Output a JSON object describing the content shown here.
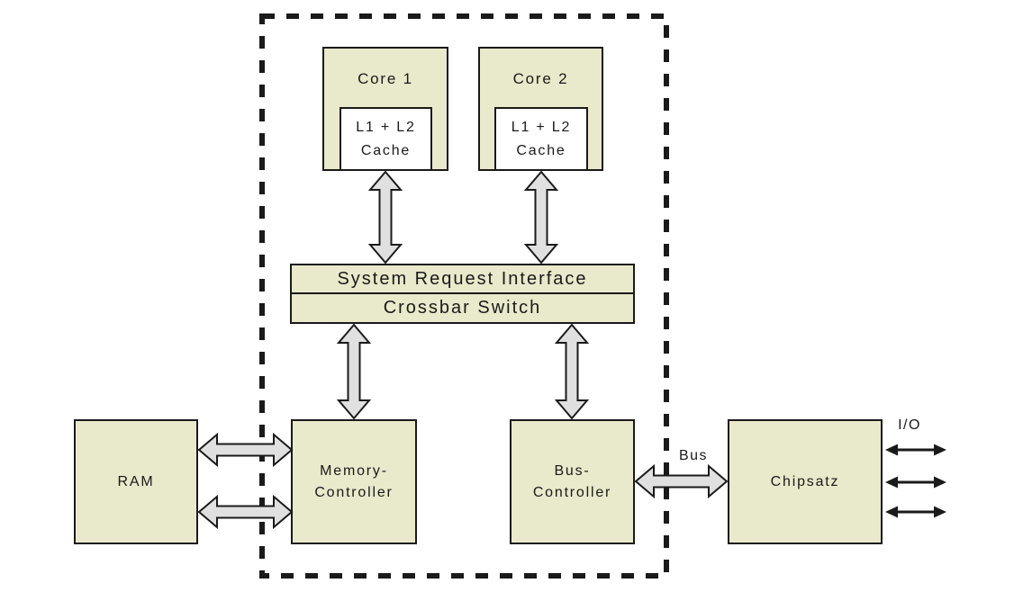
{
  "colors": {
    "background": "#ffffff",
    "box_fill": "#e9e9cb",
    "cache_fill": "#ffffff",
    "stroke": "#1a1a1a",
    "arrow_fill": "#e0e0e0",
    "text": "#1a1a1a"
  },
  "diagram": {
    "core1": "Core 1",
    "core2": "Core 2",
    "cache1": "L1 + L2\nCache",
    "cache2": "L1 + L2\nCache",
    "system_request_interface": "System Request Interface",
    "crossbar_switch": "Crossbar Switch",
    "ram": "RAM",
    "memory_controller": "Memory-\nController",
    "bus_controller": "Bus-\nController",
    "chipset": "Chipsatz",
    "bus_label": "Bus",
    "io_label": "I/O"
  },
  "connections": [
    {
      "from": "Core 1 / L1 + L2 Cache",
      "to": "System Request Interface",
      "type": "block-double-arrow",
      "orientation": "vertical"
    },
    {
      "from": "Core 2 / L1 + L2 Cache",
      "to": "System Request Interface",
      "type": "block-double-arrow",
      "orientation": "vertical"
    },
    {
      "from": "Crossbar Switch",
      "to": "Memory-Controller",
      "type": "block-double-arrow",
      "orientation": "vertical"
    },
    {
      "from": "Crossbar Switch",
      "to": "Bus-Controller",
      "type": "block-double-arrow",
      "orientation": "vertical"
    },
    {
      "from": "RAM",
      "to": "Memory-Controller",
      "type": "block-double-arrow",
      "orientation": "horizontal",
      "count": 2
    },
    {
      "from": "Bus-Controller",
      "to": "Chipsatz",
      "type": "block-double-arrow",
      "orientation": "horizontal",
      "label": "Bus"
    },
    {
      "from": "Chipsatz",
      "to": "I/O",
      "type": "thin-double-arrow",
      "orientation": "horizontal",
      "count": 3
    }
  ]
}
